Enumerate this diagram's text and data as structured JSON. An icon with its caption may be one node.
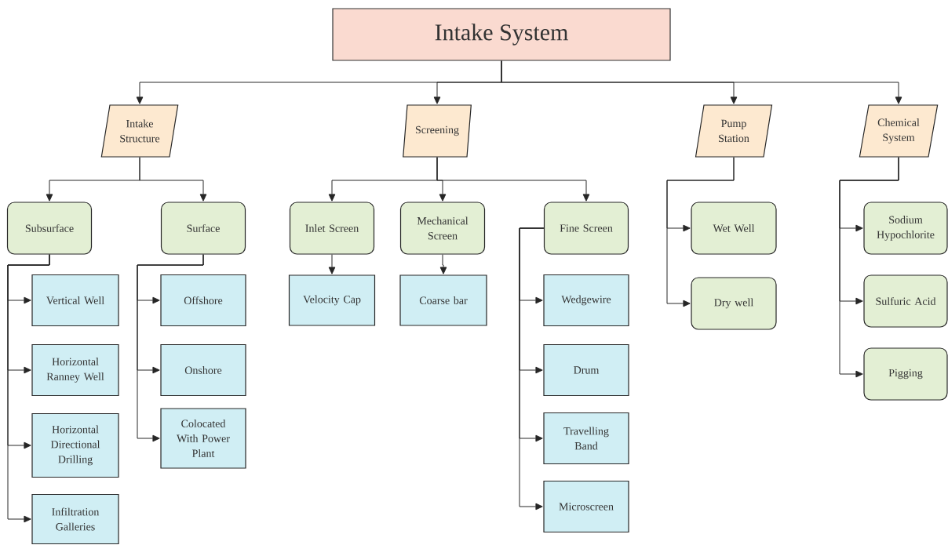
{
  "diagram": {
    "nodes": [
      {
        "text": [
          "Intake System"
        ]
      },
      {
        "text": [
          "Intake Structure"
        ]
      },
      {
        "text": [
          "Screening"
        ]
      },
      {
        "text": [
          "Pump Station"
        ]
      },
      {
        "text": [
          "Chemical System"
        ]
      },
      {
        "text": [
          "Subsurface"
        ]
      },
      {
        "text": [
          "Surface"
        ]
      },
      {
        "text": [
          "Inlet Screen"
        ]
      },
      {
        "text": [
          "Mechanical Screen"
        ]
      },
      {
        "text": [
          "Fine Screen"
        ]
      },
      {
        "text": [
          "Wet Well"
        ]
      },
      {
        "text": [
          "Dry well"
        ]
      },
      {
        "text": [
          "Sodium Hypochlorite"
        ]
      },
      {
        "text": [
          "Sulfuric Acid"
        ]
      },
      {
        "text": [
          "Pigging"
        ]
      },
      {
        "text": [
          "Vertical Well"
        ]
      },
      {
        "text": [
          "Horizontal Ranney Well"
        ]
      },
      {
        "text": [
          "Horizontal Directional Drilling"
        ]
      },
      {
        "text": [
          "Infiltration Galleries"
        ]
      },
      {
        "text": [
          "Offshore"
        ]
      },
      {
        "text": [
          "Onshore"
        ]
      },
      {
        "text": [
          "Colocated With Power Plant"
        ]
      },
      {
        "text": [
          "Velocity Cap"
        ]
      },
      {
        "text": [
          "Coarse bar"
        ]
      },
      {
        "text": [
          "Wedgewire"
        ]
      },
      {
        "text": [
          "Drum"
        ]
      },
      {
        "text": [
          "Travelling Band"
        ]
      },
      {
        "text": [
          "Microscreen"
        ]
      }
    ],
    "edges": [
      {
        "from": 0,
        "to": 1,
        "arrow": "to"
      },
      {
        "from": 0,
        "to": 2,
        "arrow": "to"
      },
      {
        "from": 0,
        "to": 3,
        "arrow": "to"
      },
      {
        "from": 0,
        "to": 4,
        "arrow": "to"
      },
      {
        "from": 1,
        "to": 5,
        "arrow": "to"
      },
      {
        "from": 1,
        "to": 6,
        "arrow": "to"
      },
      {
        "from": 2,
        "to": 7,
        "arrow": "to"
      },
      {
        "from": 2,
        "to": 8,
        "arrow": "to"
      },
      {
        "from": 2,
        "to": 9,
        "arrow": "to"
      },
      {
        "from": 3,
        "to": 10,
        "arrow": "to"
      },
      {
        "from": 3,
        "to": 11,
        "arrow": "to"
      },
      {
        "from": 4,
        "to": 12,
        "arrow": "to"
      },
      {
        "from": 4,
        "to": 13,
        "arrow": "to"
      },
      {
        "from": 4,
        "to": 14,
        "arrow": "to"
      },
      {
        "from": 5,
        "to": 15,
        "arrow": "to"
      },
      {
        "from": 5,
        "to": 16,
        "arrow": "to"
      },
      {
        "from": 5,
        "to": 17,
        "arrow": "to"
      },
      {
        "from": 5,
        "to": 18,
        "arrow": "to"
      },
      {
        "from": 6,
        "to": 19,
        "arrow": "to"
      },
      {
        "from": 6,
        "to": 20,
        "arrow": "to"
      },
      {
        "from": 6,
        "to": 21,
        "arrow": "to"
      },
      {
        "from": 7,
        "to": 22,
        "arrow": "to"
      },
      {
        "from": 8,
        "to": 23,
        "arrow": "to"
      },
      {
        "from": 9,
        "to": 24,
        "arrow": "to"
      },
      {
        "from": 9,
        "to": 25,
        "arrow": "to"
      },
      {
        "from": 9,
        "to": 26,
        "arrow": "to"
      },
      {
        "from": 9,
        "to": 27,
        "arrow": "to"
      }
    ]
  }
}
